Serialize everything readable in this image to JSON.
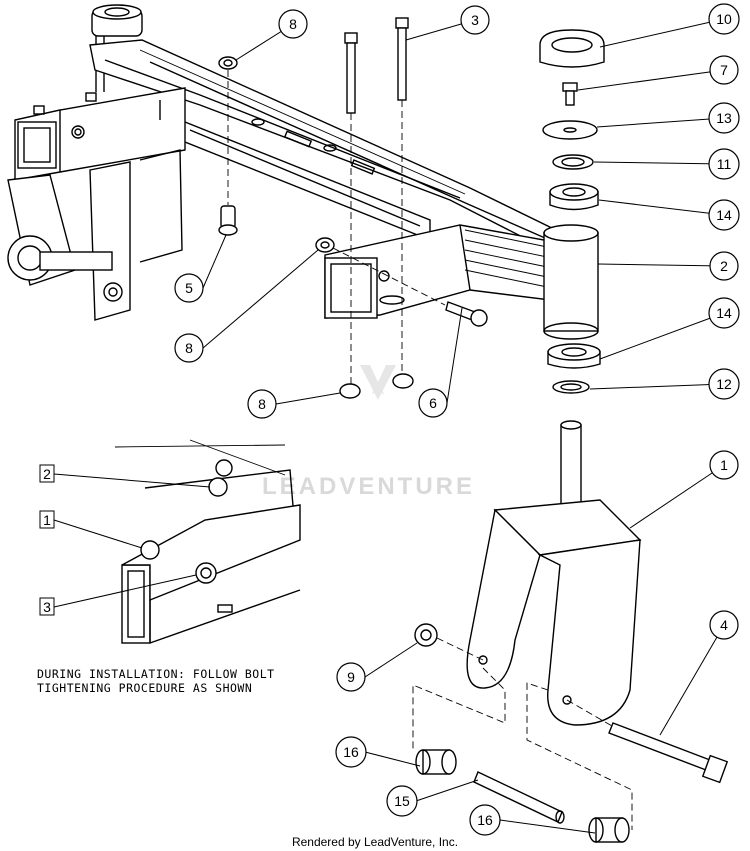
{
  "callouts": {
    "c1": "1",
    "c2": "2",
    "c3": "3",
    "c4": "4",
    "c5": "5",
    "c6": "6",
    "c7": "7",
    "c8a": "8",
    "c8b": "8",
    "c8c": "8",
    "c9": "9",
    "c10": "10",
    "c11": "11",
    "c12": "12",
    "c13": "13",
    "c14a": "14",
    "c14b": "14",
    "c15": "15",
    "c16a": "16",
    "c16b": "16"
  },
  "inset": {
    "step1": "1",
    "step2": "2",
    "step3": "3",
    "note_line1": "DURING INSTALLATION: FOLLOW BOLT",
    "note_line2": "TIGHTENING PROCEDURE AS SHOWN"
  },
  "watermark": "LEADVENTURE",
  "footer": "Rendered by LeadVenture, Inc.",
  "colors": {
    "line": "#000000",
    "watermark": "#d9d9d9",
    "background": "#ffffff"
  }
}
